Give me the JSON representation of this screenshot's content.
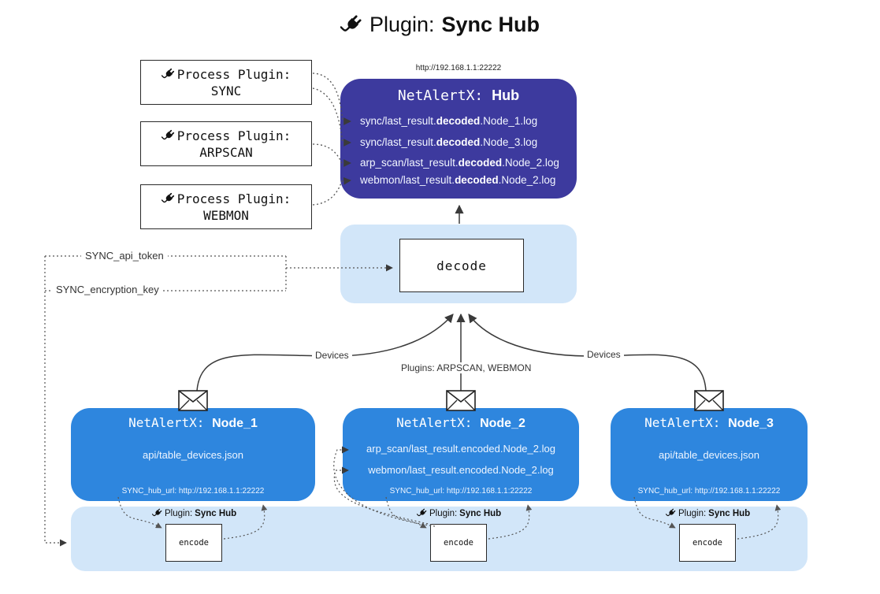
{
  "colors": {
    "hub_fill": "#3d3a9e",
    "node_fill": "#2e86de",
    "panel_fill": "#d2e6f9",
    "line": "#3a3a3a",
    "dotted_line": "#555555"
  },
  "title": {
    "prefix": "Plugin:",
    "name": "Sync Hub"
  },
  "hub": {
    "url": "http://192.168.1.1:22222",
    "title_prefix": "NetAlertX:",
    "title_name": "Hub",
    "lines": [
      {
        "pre": "sync/last_result.",
        "bold": "decoded",
        "post": ".Node_1.log"
      },
      {
        "pre": "sync/last_result.",
        "bold": "decoded",
        "post": ".Node_3.log"
      },
      {
        "pre": "arp_scan/last_result.",
        "bold": "decoded",
        "post": ".Node_2.log"
      },
      {
        "pre": "webmon/last_result.",
        "bold": "decoded",
        "post": ".Node_2.log"
      }
    ]
  },
  "process_plugins": [
    {
      "label": "Process Plugin:",
      "name": "SYNC"
    },
    {
      "label": "Process Plugin:",
      "name": "ARPSCAN"
    },
    {
      "label": "Process Plugin:",
      "name": "WEBMON"
    }
  ],
  "decode_label": "decode",
  "config": {
    "api_token": "SYNC_api_token",
    "encryption_key": "SYNC_encryption_key"
  },
  "edge_labels": {
    "left": "Devices",
    "center": "Plugins: ARPSCAN, WEBMON",
    "right": "Devices"
  },
  "nodes": [
    {
      "title_prefix": "NetAlertX:",
      "title_name": "Node_1",
      "lines": [
        "api/table_devices.json"
      ],
      "hub_url": "SYNC_hub_url: http://192.168.1.1:22222"
    },
    {
      "title_prefix": "NetAlertX:",
      "title_name": "Node_2",
      "lines": [
        "arp_scan/last_result.encoded.Node_2.log",
        "webmon/last_result.encoded.Node_2.log"
      ],
      "hub_url": "SYNC_hub_url: http://192.168.1.1:22222"
    },
    {
      "title_prefix": "NetAlertX:",
      "title_name": "Node_3",
      "lines": [
        "api/table_devices.json"
      ],
      "hub_url": "SYNC_hub_url: http://192.168.1.1:22222"
    }
  ],
  "encoders": [
    {
      "label_prefix": "Plugin:",
      "label_name": "Sync Hub",
      "box_label": "encode"
    },
    {
      "label_prefix": "Plugin:",
      "label_name": "Sync Hub",
      "box_label": "encode"
    },
    {
      "label_prefix": "Plugin:",
      "label_name": "Sync Hub",
      "box_label": "encode"
    }
  ]
}
